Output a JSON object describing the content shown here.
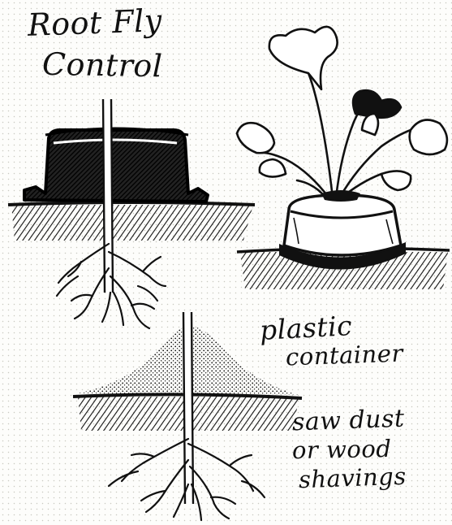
{
  "title": {
    "line1": "Root Fly",
    "line2": "Control"
  },
  "labels": {
    "plastic_container": [
      "plastic",
      "container"
    ],
    "sawdust": [
      "saw dust",
      "or wood",
      "shavings"
    ]
  },
  "colors": {
    "ink": "#111111",
    "paper": "#fdfdfb"
  }
}
